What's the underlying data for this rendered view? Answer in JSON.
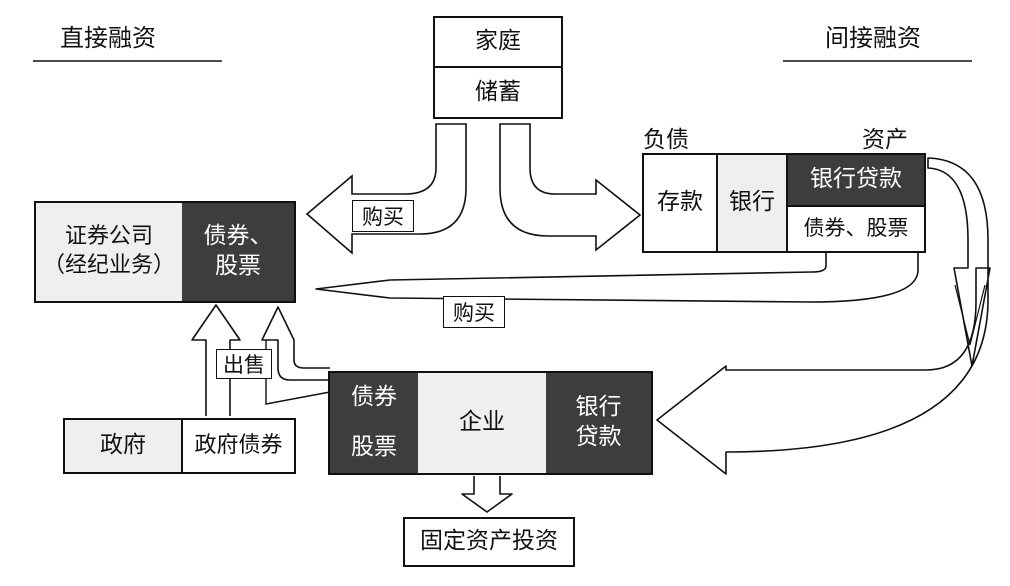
{
  "headers": {
    "left": "直接融资",
    "right": "间接融资"
  },
  "household": {
    "top": "家庭",
    "bottom": "储蓄"
  },
  "bank": {
    "liability_label": "负债",
    "asset_label": "资产",
    "deposits": "存款",
    "name": "银行",
    "loans": "银行贷款",
    "securities": "债券、股票"
  },
  "securities_firm": {
    "line1": "证券公司",
    "line2": "（经纪业务）",
    "holdings_line1": "债券、",
    "holdings_line2": "股票"
  },
  "flows": {
    "buy_top": "购买",
    "buy_bottom": "购买",
    "sell": "出售"
  },
  "government": {
    "name": "政府",
    "bonds": "政府债券"
  },
  "enterprise": {
    "bonds": "债券",
    "stocks": "股票",
    "name": "企业",
    "loans_line1": "银行",
    "loans_line2": "贷款"
  },
  "investment": "固定资产投资"
}
